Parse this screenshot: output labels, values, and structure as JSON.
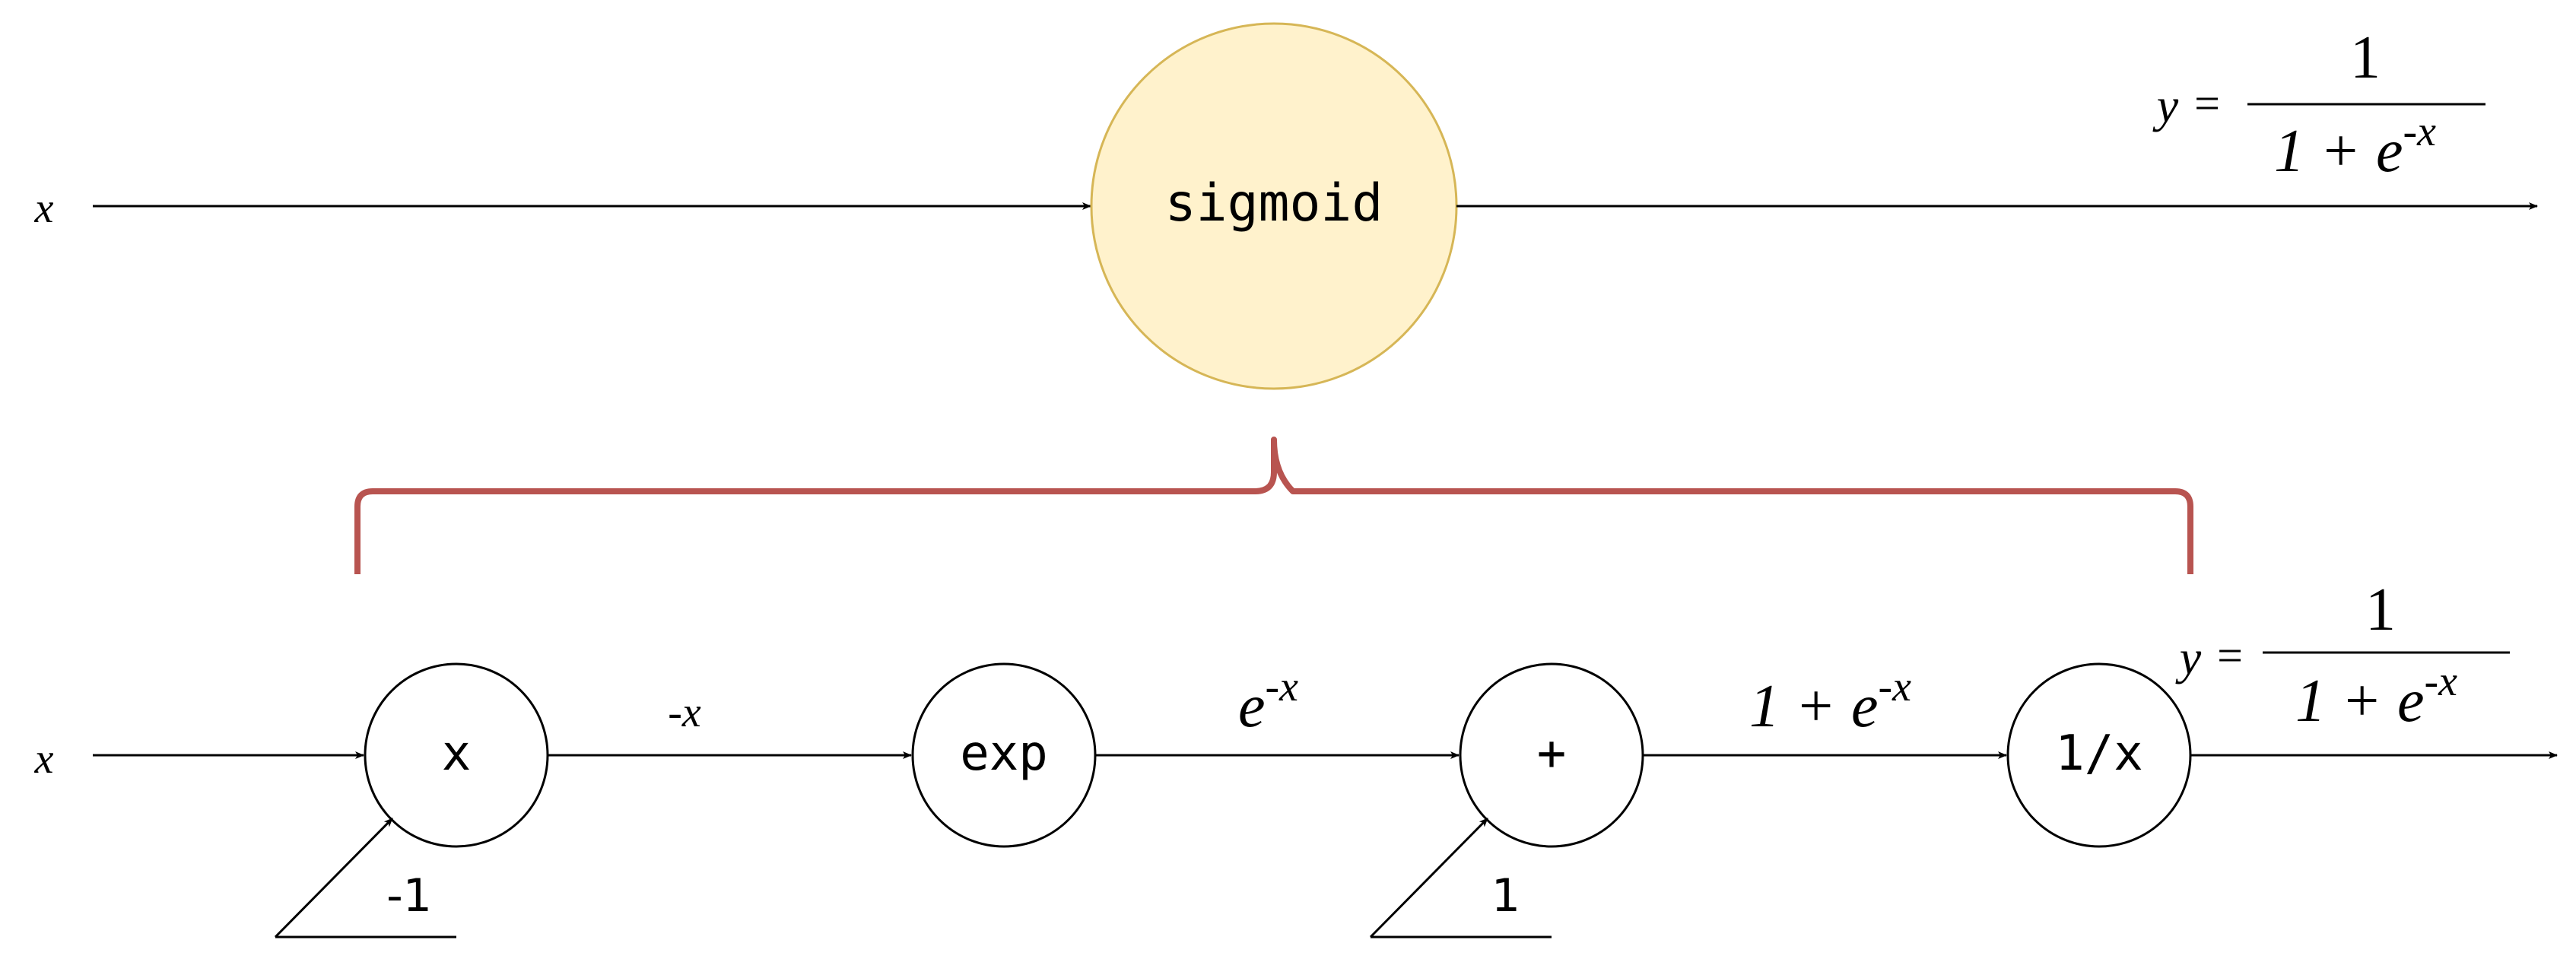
{
  "colors": {
    "stroke": "#000000",
    "sigmoid_fill": "#fff2cc",
    "sigmoid_stroke": "#d6b656",
    "brace": "#b85450"
  },
  "top": {
    "input_label": "x",
    "node_label": "sigmoid",
    "output": {
      "y": "y",
      "eq": "=",
      "numerator": "1",
      "denominator_base": "1 + e",
      "denominator_exp": "-x"
    }
  },
  "bottom": {
    "input_label": "x",
    "nodes": [
      {
        "label": "x"
      },
      {
        "label": "exp"
      },
      {
        "label": "+"
      },
      {
        "label": "1/x"
      }
    ],
    "edges": {
      "neg_x": "-x",
      "exp_base": "e",
      "exp_exp": "-x",
      "sum_base": "1 + e",
      "sum_exp": "-x"
    },
    "const_mul": "-1",
    "const_add": "1",
    "output": {
      "y": "y",
      "eq": "=",
      "numerator": "1",
      "denominator_base": "1 + e",
      "denominator_exp": "-x"
    }
  }
}
